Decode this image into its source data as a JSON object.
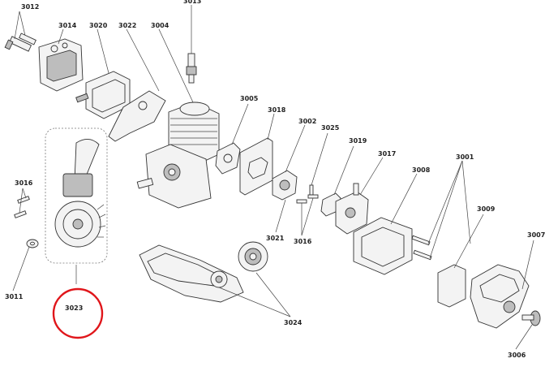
{
  "labels": {
    "p3012": "3012",
    "p3014": "3014",
    "p3020": "3020",
    "p3022": "3022",
    "p3004": "3004",
    "p3013": "3013",
    "p3005": "3005",
    "p3018": "3018",
    "p3002": "3002",
    "p3025": "3025",
    "p3019": "3019",
    "p3017": "3017",
    "p3008": "3008",
    "p3001": "3001",
    "p3009": "3009",
    "p3007": "3007",
    "p3016a": "3016",
    "p3016b": "3016",
    "p3021": "3021",
    "p3011": "3011",
    "p3023": "3023",
    "p3024": "3024",
    "p3006": "3006"
  },
  "colors": {
    "highlight": "#e0161b",
    "ink": "#222222"
  }
}
